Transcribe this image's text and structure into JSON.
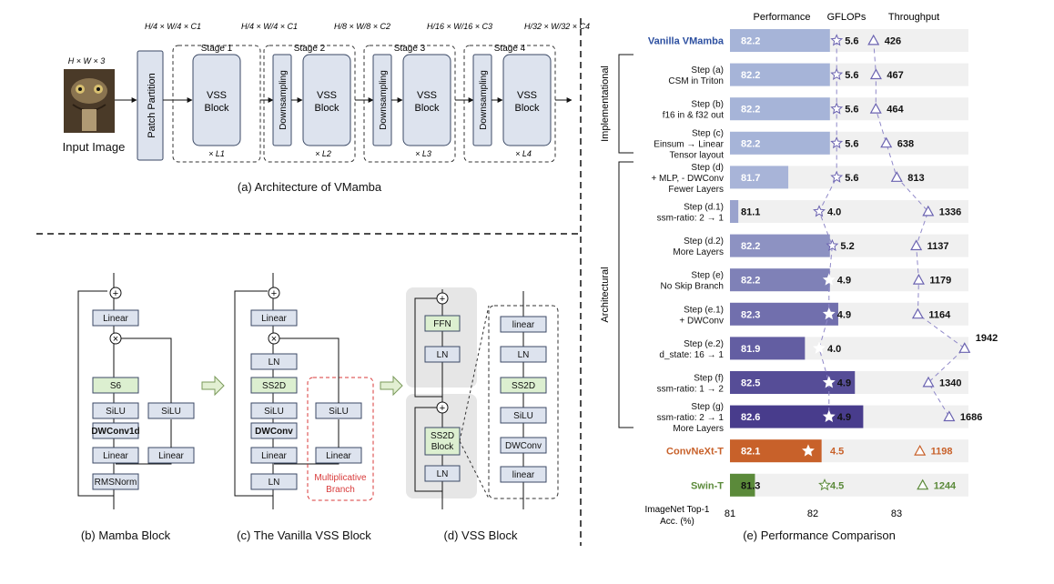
{
  "architecture": {
    "caption": "(a) Architecture of VMamba",
    "input_label": "Input Image",
    "input_dims": "H × W × 3",
    "patch_partition": "Patch Partition",
    "stages": [
      {
        "name": "Stage 1",
        "dims": "H/4 × W/4 × C1",
        "block": "VSS Block",
        "repeat": "× L1",
        "has_downsampling": false
      },
      {
        "name": "Stage 2",
        "dims": "H/4 × W/4 × C1",
        "block": "VSS Block",
        "repeat": "× L2",
        "has_downsampling": true
      },
      {
        "name": "Stage 3",
        "dims": "H/8 × W/8 × C2",
        "block": "VSS Block",
        "repeat": "× L3",
        "has_downsampling": true
      },
      {
        "name": "Stage 4",
        "dims": "H/16 × W/16 × C3",
        "block": "VSS Block",
        "repeat": "× L4",
        "has_downsampling": true
      }
    ],
    "final_dims": "H/32 × W/32 × C4",
    "downsampling": "Downsampling"
  },
  "mamba_block": {
    "caption": "(b) Mamba Block",
    "main": [
      "RMSNorm",
      "Linear",
      "DWConv1d",
      "SiLU",
      "S6"
    ],
    "side": [
      "Linear",
      "SiLU"
    ],
    "top": "Linear"
  },
  "vanilla_vss": {
    "caption": "(c) The Vanilla VSS Block",
    "main": [
      "LN",
      "Linear",
      "DWConv",
      "SiLU",
      "SS2D",
      "LN"
    ],
    "side": [
      "Linear",
      "SiLU"
    ],
    "top": "Linear",
    "branch_label": "Multiplicative Branch"
  },
  "vss_block": {
    "caption": "(d) VSS Block",
    "lower": [
      "LN",
      "SS2D Block"
    ],
    "upper": [
      "LN",
      "FFN"
    ],
    "detail": [
      "linear",
      "DWConv",
      "SiLU",
      "SS2D",
      "LN",
      "linear"
    ]
  },
  "perf": {
    "caption": "(e) Performance Comparison",
    "col_headers": [
      "Performance",
      "GFLOPs",
      "Throughput"
    ],
    "group_labels": [
      "Implementational",
      "Architectural"
    ],
    "xaxis_label": "ImageNet Top-1 Acc. (%)",
    "xticks": [
      "81",
      "82",
      "83"
    ],
    "colors": {
      "vanilla": "#a6b4d8",
      "convnext": "#c8612a",
      "swin": "#5b8a3a",
      "label_blue": "#2c4fa0"
    }
  },
  "chart_data": {
    "type": "bar",
    "title": "(e) Performance Comparison",
    "xlabel": "ImageNet Top-1 Acc. (%)",
    "xlim": [
      81,
      83.8
    ],
    "categories": [
      "Vanilla VMamba",
      "Step (a) CSM in Triton",
      "Step (b) f16 in & f32 out",
      "Step (c) Einsum → Linear Tensor layout",
      "Step (d) + MLP, - DWConv Fewer Layers",
      "Step (d.1) ssm-ratio: 2 → 1",
      "Step (d.2) More Layers",
      "Step (e) No Skip Branch",
      "Step (e.1) + DWConv",
      "Step (e.2) d_state: 16 → 1",
      "Step (f) ssm-ratio: 1 → 2",
      "Step (g) ssm-ratio: 2 → 1 More Layers",
      "ConvNeXt-T",
      "Swin-T"
    ],
    "series": [
      {
        "name": "Performance",
        "values": [
          82.2,
          82.2,
          82.2,
          82.2,
          81.7,
          81.1,
          82.2,
          82.2,
          82.3,
          81.9,
          82.5,
          82.6,
          82.1,
          81.3
        ]
      },
      {
        "name": "GFLOPs",
        "values": [
          5.6,
          5.6,
          5.6,
          5.6,
          5.6,
          4.0,
          5.2,
          4.9,
          4.9,
          4.0,
          4.9,
          4.9,
          4.5,
          4.5
        ]
      },
      {
        "name": "Throughput",
        "values": [
          426,
          467,
          464,
          638,
          813,
          1336,
          1137,
          1179,
          1164,
          1942,
          1340,
          1686,
          1198,
          1244
        ]
      }
    ]
  }
}
